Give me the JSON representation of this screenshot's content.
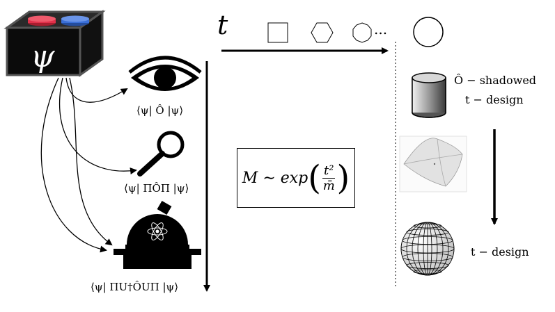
{
  "box_symbol": "ψ",
  "time_symbol": "t",
  "ellipsis": "...",
  "measurements": {
    "eye_label": "⟨ψ| Ô |ψ⟩",
    "magnifier_label": "⟨ψ| ΠÔΠ |ψ⟩",
    "telescope_label": "⟨ψ| ΠU†ÔUΠ |ψ⟩"
  },
  "formula": {
    "lhs": "M ∼ exp",
    "numerator": "t²",
    "denominator": "m̄"
  },
  "right_column": {
    "cylinder_label_line1": "Ô − shadowed",
    "cylinder_label_line2": "t − design",
    "sphere_label": "t − design"
  },
  "colors": {
    "box": "#1a1a1a",
    "box_border": "#555555",
    "red_cap": "#e0304a",
    "blue_cap": "#3a6fd8"
  }
}
